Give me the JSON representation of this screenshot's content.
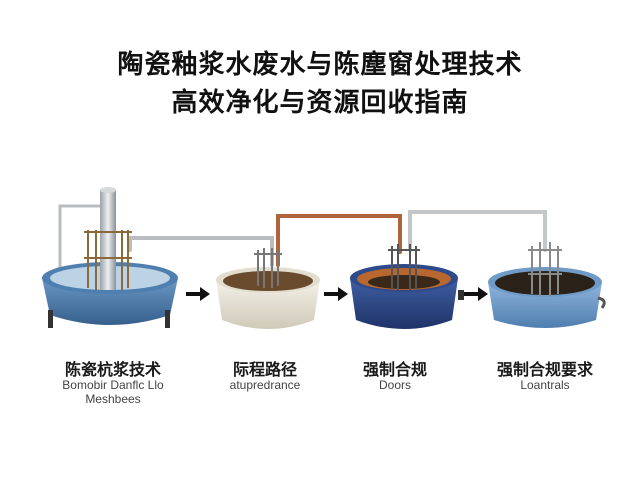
{
  "title": {
    "line1": "陶瓷釉浆水废水与陈塵窗处理技术",
    "line2": "高效净化与资源回收指南"
  },
  "stages": [
    {
      "label": "陈瓷杭浆技术",
      "sub": "Bomobir Danflc Llo\nMeshbees"
    },
    {
      "label": "际程路径",
      "sub": "atupredrance"
    },
    {
      "label": "强制合规",
      "sub": "Doors"
    },
    {
      "label": "强制合规要求",
      "sub": "Loantrals"
    }
  ],
  "colors": {
    "tank1": "#4f7fae",
    "tank2": "#ebe7dc",
    "tank3": "#2f4a8a",
    "tank4": "#6f9bc8",
    "pipe_gray": "#b9bcc0",
    "pipe_copper": "#b0643a",
    "water_brown": "#6a4a2c"
  }
}
